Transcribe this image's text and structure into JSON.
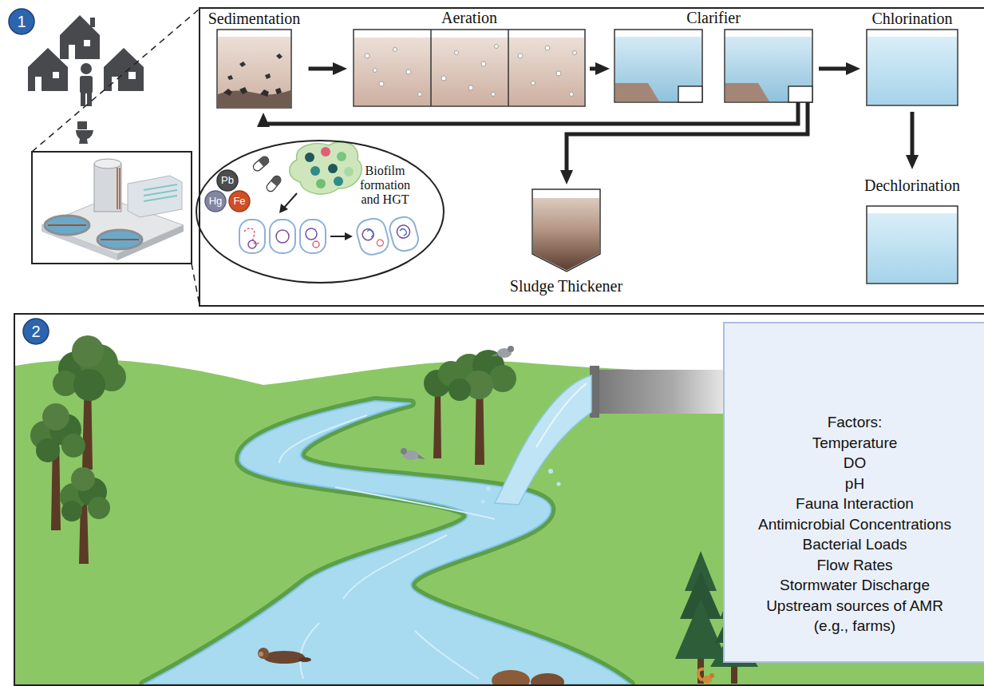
{
  "diagram": {
    "nodes": [
      {
        "text": [
          "1"
        ]
      },
      {
        "text": [
          "Sedimentation"
        ]
      },
      {
        "text": [
          "Aeration"
        ]
      },
      {
        "text": [
          "Clarifier"
        ]
      },
      {
        "text": [
          "Chlorination"
        ]
      },
      {
        "text": [
          "Biofilm formation and HGT"
        ]
      },
      {
        "text": [
          "Pb"
        ],
        "in": 5
      },
      {
        "text": [
          "Hg"
        ],
        "in": 5
      },
      {
        "text": [
          "Fe"
        ],
        "in": 5
      },
      {
        "text": [
          "Sludge Thickener"
        ]
      },
      {
        "text": [
          "Dechlorination"
        ]
      },
      {
        "text": [
          "2"
        ]
      },
      {
        "text": [
          "Factors:",
          "Temperature",
          "DO",
          "pH",
          "Fauna Interaction",
          "Antimicrobial Concentrations",
          "Bacterial Loads",
          "Flow Rates",
          "Stormwater Discharge",
          "Upstream sources of AMR (e.g., farms)"
        ]
      }
    ],
    "edges": [
      {
        "from": 1,
        "to": 2,
        "arrow": "to"
      },
      {
        "from": 2,
        "to": 3,
        "arrow": "to"
      },
      {
        "from": 3,
        "to": 4,
        "arrow": "to"
      },
      {
        "from": 4,
        "to": 10,
        "arrow": "to"
      },
      {
        "from": 3,
        "to": 1,
        "arrow": "to"
      },
      {
        "from": 3,
        "to": 9,
        "arrow": "to"
      }
    ]
  }
}
